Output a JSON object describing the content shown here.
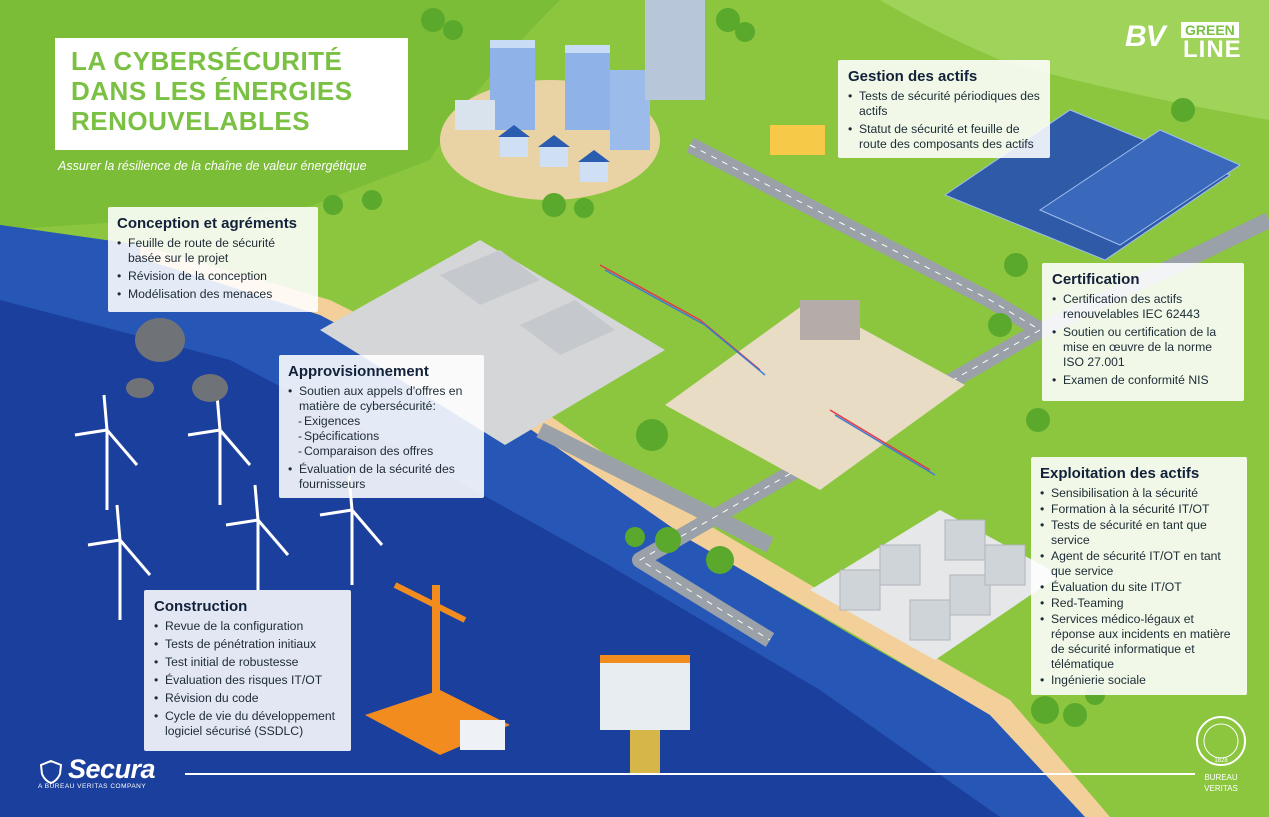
{
  "header": {
    "title_line1": "LA CYBERSÉCURITÉ",
    "title_line2": "DANS LES ÉNERGIES",
    "title_line3": "RENOUVELABLES",
    "subtitle": "Assurer la résilience de la chaîne de valeur énergétique"
  },
  "brand": {
    "bv": "BV",
    "green": "GREEN",
    "line": "LINE",
    "secura_name": "Secura",
    "secura_tag": "A BUREAU VERITAS COMPANY",
    "seal_line1": "BUREAU",
    "seal_line2": "VERITAS",
    "seal_year": "1828"
  },
  "colors": {
    "accent_green": "#7ac143",
    "sea": "#1b3f9c",
    "sea_shallow": "#2c63c2",
    "land": "#8cc63f",
    "sand": "#f3cf9a"
  },
  "panels": {
    "gestion": {
      "title": "Gestion des actifs",
      "items": [
        "Tests de sécurité périodiques des actifs",
        "Statut de sécurité et feuille de route des composants des actifs"
      ]
    },
    "conception": {
      "title": "Conception et agréments",
      "items": [
        "Feuille de route de sécurité basée sur le projet",
        "Révision de la conception",
        "Modélisation des menaces"
      ]
    },
    "certification": {
      "title": "Certification",
      "items": [
        "Certification des actifs renouvelables IEC 62443",
        "Soutien ou certification de la mise en œuvre de la norme ISO 27.001",
        "Examen de conformité NIS"
      ]
    },
    "approvisionnement": {
      "title": "Approvisionnement",
      "item1": "Soutien aux appels d'offres en matière de cybersécurité:",
      "subs": [
        "Exigences",
        "Spécifications",
        "Comparaison des offres"
      ],
      "item2": "Évaluation de la sécurité des fournisseurs"
    },
    "exploitation": {
      "title": "Exploitation des actifs",
      "items": [
        "Sensibilisation à la sécurité",
        "Formation à la sécurité IT/OT",
        "Tests de sécurité en tant que service",
        "Agent de sécurité IT/OT en tant que service",
        "Évaluation du site IT/OT",
        "Red-Teaming",
        "Services médico-légaux et réponse aux incidents en matière de sécurité informatique et télématique",
        "Ingénierie sociale"
      ]
    },
    "construction": {
      "title": "Construction",
      "items": [
        "Revue de la configuration",
        "Tests de pénétration initiaux",
        "Test initial de robustesse",
        "Évaluation des risques IT/OT",
        "Révision du code",
        "Cycle de vie du développement logiciel sécurisé (SSDLC)"
      ]
    }
  }
}
